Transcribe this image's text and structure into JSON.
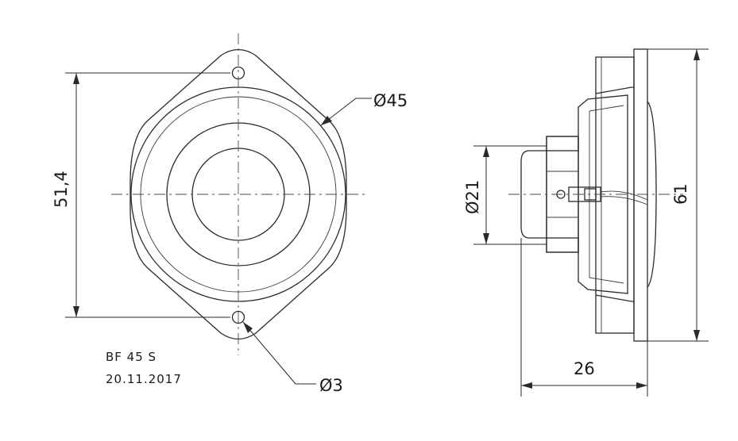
{
  "front_view": {
    "dim_height": "51,4",
    "dim_diameter": "Ø45",
    "dim_hole": "Ø3"
  },
  "side_view": {
    "dim_magnet": "Ø21",
    "dim_flange": "61",
    "dim_depth": "26"
  },
  "notes": {
    "model": "BF 45 S",
    "date": "20.11.2017"
  }
}
